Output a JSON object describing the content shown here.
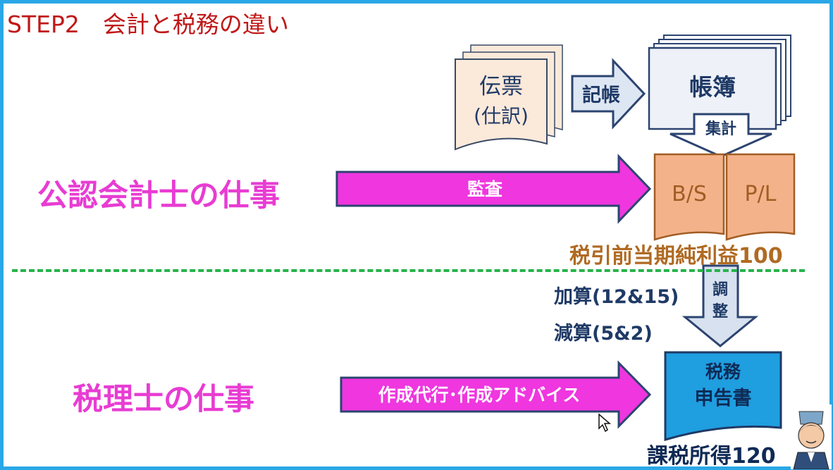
{
  "title": "STEP2　会計と税務の違い",
  "roles": {
    "cpa": "公認会計士の仕事",
    "tax": "税理士の仕事"
  },
  "flow": {
    "voucher_line1": "伝票",
    "voucher_line2": "(仕訳)",
    "arrow_posting": "記帳",
    "ledger": "帳簿",
    "arrow_aggregate": "集計",
    "bs": "B/S",
    "pl": "P/L",
    "audit": "監査",
    "pretax_income": "税引前当期純利益100",
    "adjust_1": "調",
    "adjust_2": "整",
    "addition": "加算(12&15)",
    "deduction": "減算(5&2)",
    "tax_service": "作成代行･作成アドバイス",
    "tax_return_1": "税務",
    "tax_return_2": "申告書",
    "taxable_income": "課税所得120"
  },
  "colors": {
    "frame": "#2aa7e6",
    "title": "#c01818",
    "magenta": "#e83cd3",
    "navy": "#1f3a66",
    "brown": "#b06a22",
    "divider": "#27b34b",
    "tax_return_fill": "#1f9ee0"
  }
}
